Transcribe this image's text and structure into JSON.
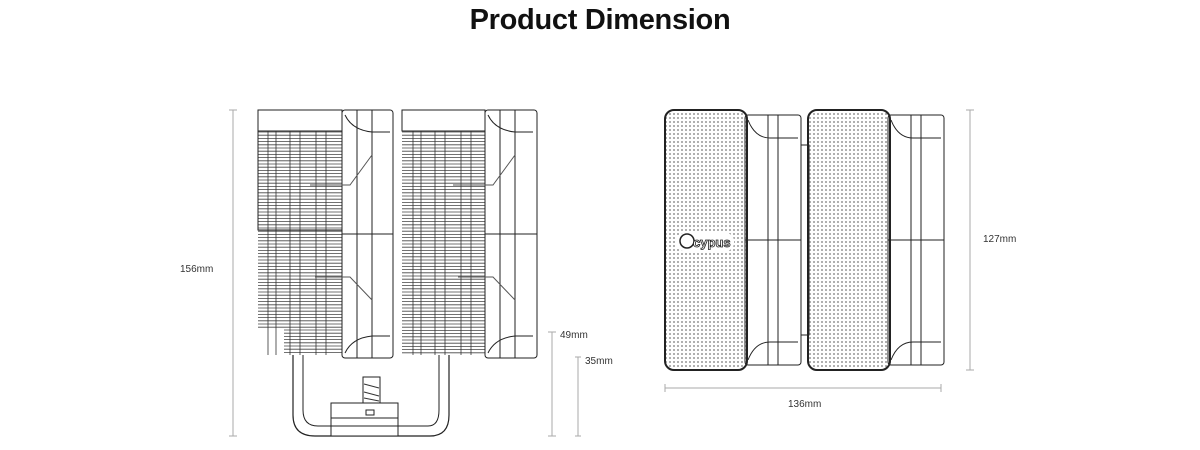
{
  "title": "Product Dimension",
  "side_view": {
    "height_total": "156mm",
    "clearance_fan": "49mm",
    "clearance_heatsink": "35mm"
  },
  "top_view": {
    "depth": "127mm",
    "width": "136mm",
    "brand_logo": "Ocypus"
  }
}
